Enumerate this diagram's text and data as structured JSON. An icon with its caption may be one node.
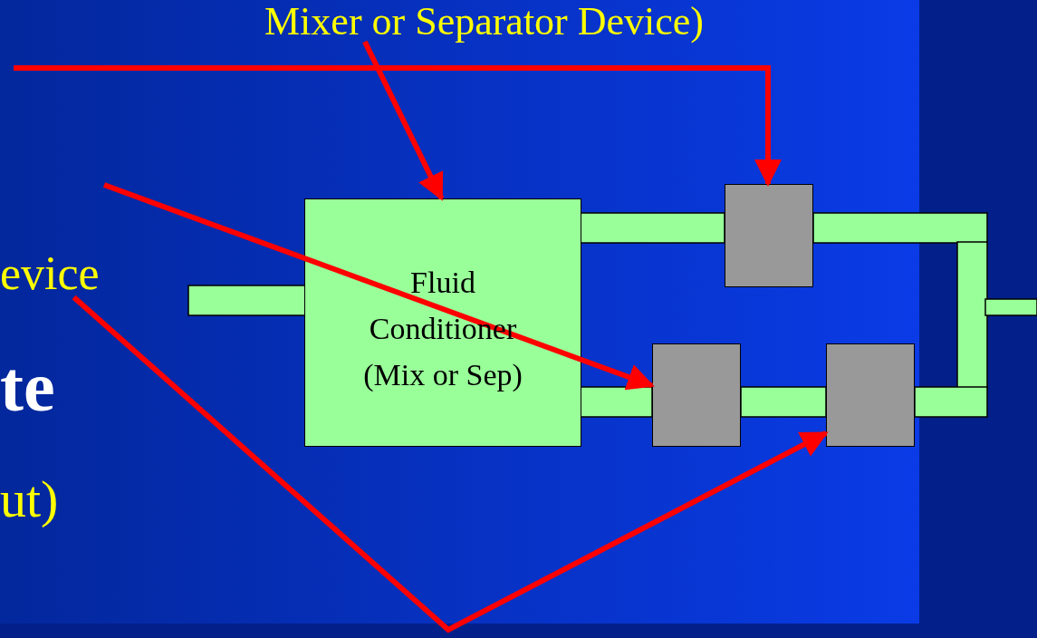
{
  "diagram": {
    "nodes": [
      {
        "text": [
          "Mixer or Separator Device)"
        ]
      },
      {
        "text": [
          "Fluid Conditioner (Mix or Sep)"
        ]
      },
      {
        "text": [],
        "shape": "box"
      },
      {
        "text": [],
        "shape": "box"
      },
      {
        "text": [],
        "shape": "box"
      },
      {
        "text": [
          "evice"
        ]
      }
    ],
    "edges": [
      {
        "from": 0,
        "to": 1,
        "arrow": "to"
      },
      {
        "from": null,
        "to": 2,
        "arrow": "to"
      },
      {
        "from": null,
        "to": 3,
        "arrow": "to"
      },
      {
        "from": 5,
        "to": 4,
        "arrow": "to"
      }
    ],
    "labels": [
      "te",
      "ut)"
    ]
  }
}
